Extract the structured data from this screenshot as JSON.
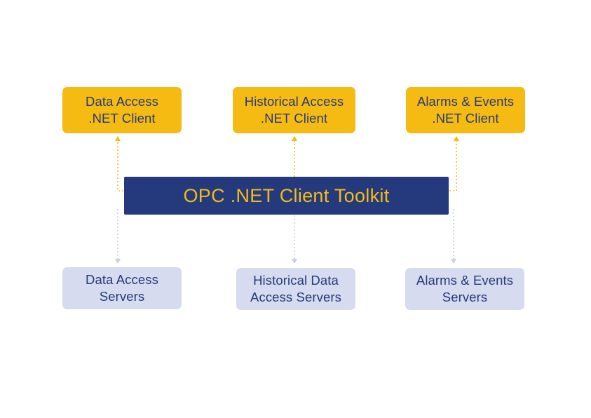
{
  "toolkit": {
    "label": "OPC .NET Client Toolkit"
  },
  "clients": [
    {
      "label": "Data Access\n.NET Client"
    },
    {
      "label": "Historical Access\n.NET Client"
    },
    {
      "label": "Alarms & Events\n.NET Client"
    }
  ],
  "servers": [
    {
      "label": "Data Access\nServers"
    },
    {
      "label": "Historical Data\nAccess Servers"
    },
    {
      "label": "Alarms & Events\nServers"
    }
  ],
  "colors": {
    "client_fill": "#f6bb12",
    "server_fill": "#d7dbef",
    "toolkit_fill": "#253a7d",
    "toolkit_text": "#f6bb12",
    "box_text": "#253a7d",
    "upper_connector": "#f6bb12",
    "lower_connector": "#c9cde6"
  }
}
